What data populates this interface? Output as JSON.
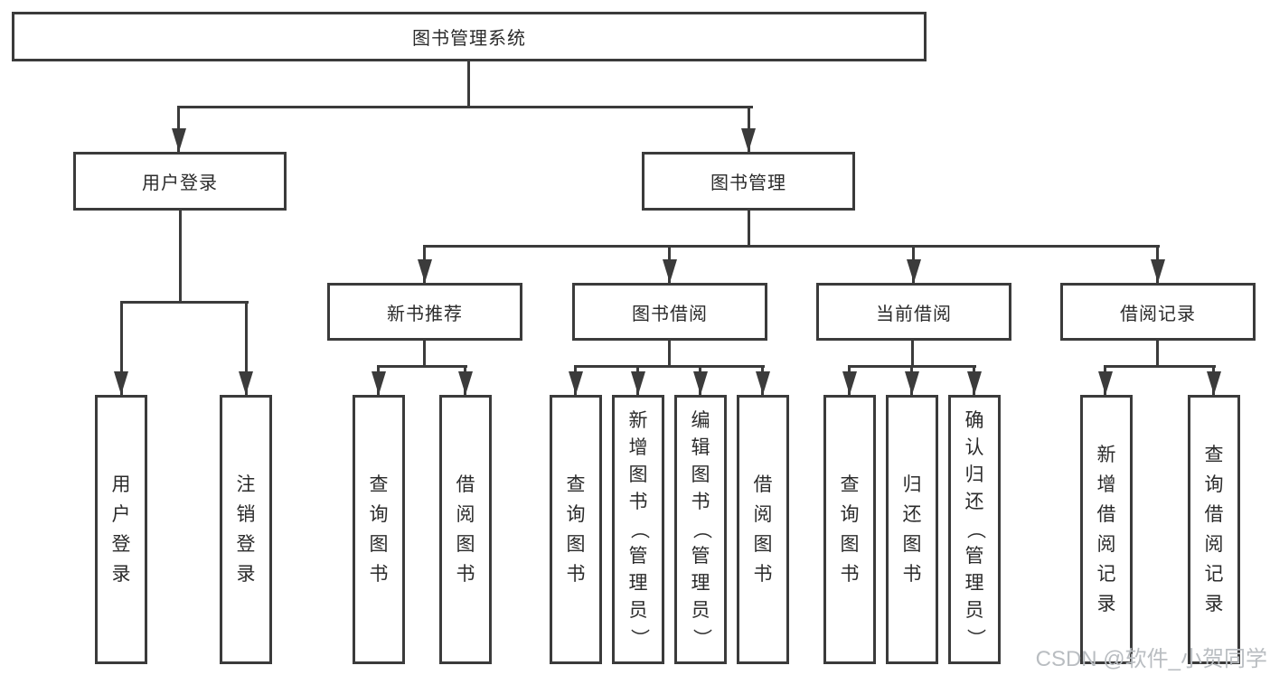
{
  "colors": {
    "line": "#3b3b3b",
    "text": "#2b2b2b",
    "watermark": "#b9bdc1",
    "background": "#ffffff"
  },
  "watermark": {
    "text": "CSDN @软件_小贺同学"
  },
  "diagram": {
    "root": {
      "label": "图书管理系统"
    },
    "level2": [
      {
        "label": "用户登录"
      },
      {
        "label": "图书管理"
      }
    ],
    "level3": [
      {
        "label": "新书推荐"
      },
      {
        "label": "图书借阅"
      },
      {
        "label": "当前借阅"
      },
      {
        "label": "借阅记录"
      }
    ],
    "leaves": [
      {
        "label": "用户登录"
      },
      {
        "label": "注销登录"
      },
      {
        "label": "查询图书"
      },
      {
        "label": "借阅图书"
      },
      {
        "label": "查询图书"
      },
      {
        "label": "新增图书（管理员）"
      },
      {
        "label": "编辑图书（管理员）"
      },
      {
        "label": "借阅图书"
      },
      {
        "label": "查询图书"
      },
      {
        "label": "归还图书"
      },
      {
        "label": "确认归还（管理员）"
      },
      {
        "label": "新增借阅记录"
      },
      {
        "label": "查询借阅记录"
      }
    ]
  }
}
